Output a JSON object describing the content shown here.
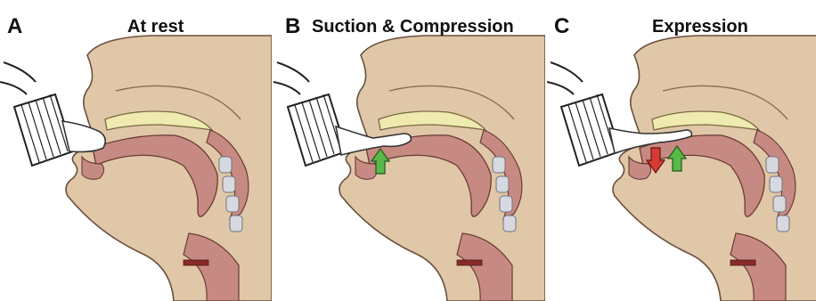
{
  "panels": [
    {
      "letter": "A",
      "title": "At rest",
      "arrows": []
    },
    {
      "letter": "B",
      "title": "Suction & Compression",
      "arrows": [
        "up"
      ]
    },
    {
      "letter": "C",
      "title": "Expression",
      "arrows": [
        "down",
        "up"
      ]
    }
  ],
  "colors": {
    "skin": "#e0c7a7",
    "tissue": "#c78a82",
    "palate": "#efeab0",
    "teat": "#ffffff",
    "up_arrow": "#58b84a",
    "down_arrow": "#d63a34"
  }
}
